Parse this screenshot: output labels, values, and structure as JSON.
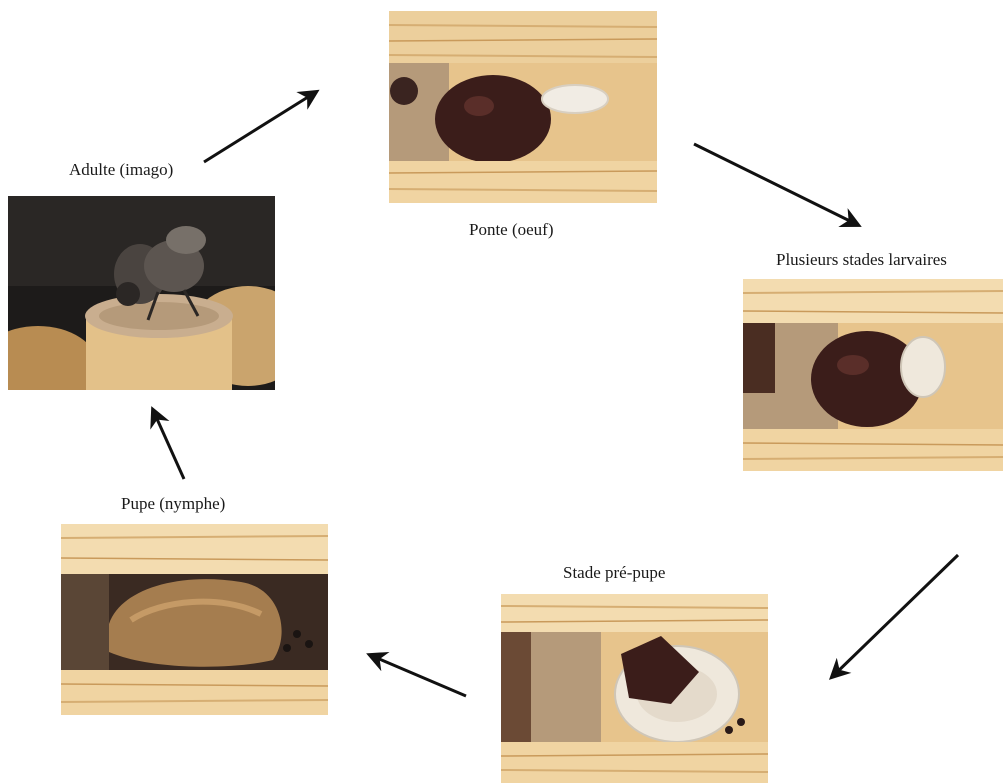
{
  "diagram": {
    "stages": [
      {
        "id": "ponte",
        "label": "Ponte (oeuf)"
      },
      {
        "id": "larves",
        "label": "Plusieurs stades larvaires"
      },
      {
        "id": "prepupe",
        "label": "Stade pré-pupe"
      },
      {
        "id": "pupe",
        "label": "Pupe (nymphe)"
      },
      {
        "id": "adulte",
        "label": "Adulte (imago)"
      }
    ]
  },
  "colors": {
    "wood_light": "#f3dcb0",
    "wood_mid": "#e7c48c",
    "wood_grain": "#c99a5b",
    "mud": "#b59a7a",
    "pollen": "#3b1d1a",
    "egg": "#f1ece4",
    "larva": "#efe8dc",
    "cocoon": "#a57d4f",
    "arrow": "#111111"
  }
}
